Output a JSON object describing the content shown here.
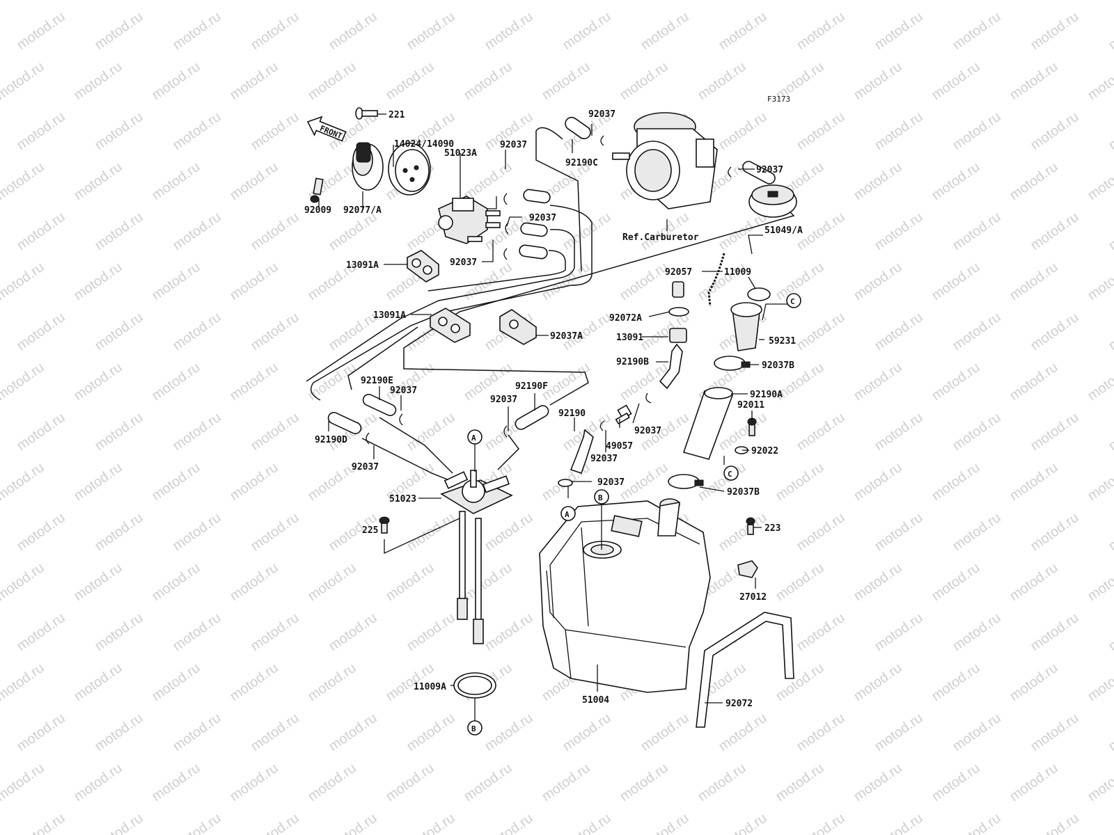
{
  "watermark": "motod.ru",
  "figure_code": "F3173",
  "front_label": "FRONT",
  "labels": {
    "l221": "221",
    "l14024": "14024/14090",
    "l51023A": "51023A",
    "l92037_top": "92037",
    "l92190C": "92190C",
    "l92037_r": "92037",
    "l92009": "92009",
    "l92077": "92077/A",
    "l92037_a": "92037",
    "l92037_b": "92037",
    "l92037_c": "92037",
    "l13091A_1": "13091A",
    "l13091A_2": "13091A",
    "lRef": "Ref.Carburetor",
    "l51049": "51049/A",
    "l92057": "92057",
    "l11009": "11009",
    "l92072A": "92072A",
    "l13091": "13091",
    "l92190B": "92190B",
    "l59231": "59231",
    "l92037B_1": "92037B",
    "l92190A": "92190A",
    "l92011": "92011",
    "l92022": "92022",
    "l92037A": "92037A",
    "l92190E": "92190E",
    "l92037_d": "92037",
    "l92190F": "92190F",
    "l92037_e": "92037",
    "l92190": "92190",
    "l92037_f": "92037",
    "l49057": "49057",
    "l92037_g": "92037",
    "l92190D": "92190D",
    "l92037_h": "92037",
    "l51023": "51023",
    "l92037_i": "92037",
    "l92037B_2": "92037B",
    "l225": "225",
    "l223": "223",
    "l27012": "27012",
    "l11009A": "11009A",
    "l51004": "51004",
    "l92072": "92072"
  },
  "callouts": {
    "A1": "A",
    "A2": "A",
    "B1": "B",
    "B2": "B",
    "C1": "C",
    "C2": "C"
  }
}
